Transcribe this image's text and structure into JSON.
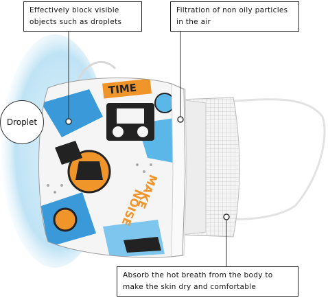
{
  "callouts": {
    "top_left": "Effectively block visible objects such as droplets",
    "top_right": "Filtration of non oily particles in the air",
    "bottom_right": "Absorb the hot breath from the body to make the skin dry and comfortable"
  },
  "droplet_label": "Droplet",
  "print_text": {
    "time": "TIME",
    "make": "MAKE",
    "noise": "NOISE"
  },
  "colors": {
    "accent_blue": "#3a9ad9",
    "accent_orange": "#f0952a",
    "mist_blue": "#bfe3f5"
  }
}
